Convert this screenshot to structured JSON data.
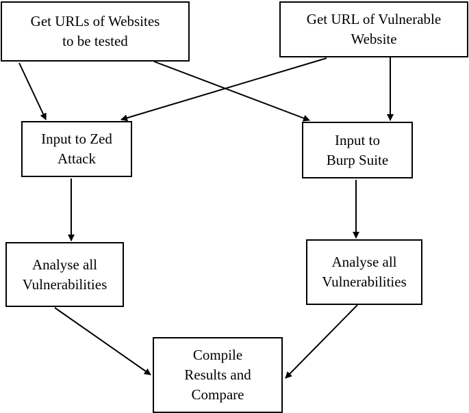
{
  "diagram": {
    "nodes": [
      {
        "id": "get-urls",
        "label": "Get URLs of Websites\nto be tested"
      },
      {
        "id": "get-vuln-url",
        "label": "Get URL of Vulnerable\nWebsite"
      },
      {
        "id": "zed-input",
        "label": "Input to Zed\nAttack"
      },
      {
        "id": "burp-input",
        "label": "Input to\nBurp Suite"
      },
      {
        "id": "analyse-left",
        "label": "Analyse all\nVulnerabilities"
      },
      {
        "id": "analyse-right",
        "label": "Analyse all\nVulnerabilities"
      },
      {
        "id": "compile",
        "label": "Compile\nResults and\nCompare"
      }
    ],
    "edges": [
      {
        "from": "get-urls",
        "to": "zed-input"
      },
      {
        "from": "get-urls",
        "to": "burp-input"
      },
      {
        "from": "get-vuln-url",
        "to": "zed-input"
      },
      {
        "from": "get-vuln-url",
        "to": "burp-input"
      },
      {
        "from": "zed-input",
        "to": "analyse-left"
      },
      {
        "from": "burp-input",
        "to": "analyse-right"
      },
      {
        "from": "analyse-left",
        "to": "compile"
      },
      {
        "from": "analyse-right",
        "to": "compile"
      }
    ],
    "style": {
      "stroke_color": "#000000",
      "box_fill": "#ffffff"
    }
  }
}
